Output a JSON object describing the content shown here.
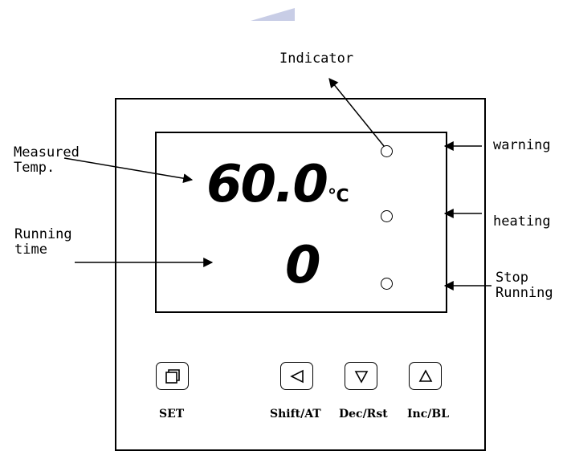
{
  "labels": {
    "indicator": "Indicator",
    "measured_temp": "Measured\nTemp.",
    "running_time": "Running\ntime",
    "warning": "warning",
    "heating": "heating",
    "stop_running": "Stop\nRunning"
  },
  "display": {
    "temperature": "60.0",
    "unit": "℃",
    "time": "0"
  },
  "keys": {
    "set": "SET",
    "shift": "Shift/AT",
    "dec": "Dec/Rst",
    "inc": "Inc/BL"
  },
  "icons": {
    "set": "square-icon",
    "shift": "triangle-left-icon",
    "dec": "triangle-down-icon",
    "inc": "triangle-up-icon"
  },
  "colors": {
    "line": "#000000",
    "background": "#ffffff",
    "corner_mark": "#c8cde6"
  }
}
